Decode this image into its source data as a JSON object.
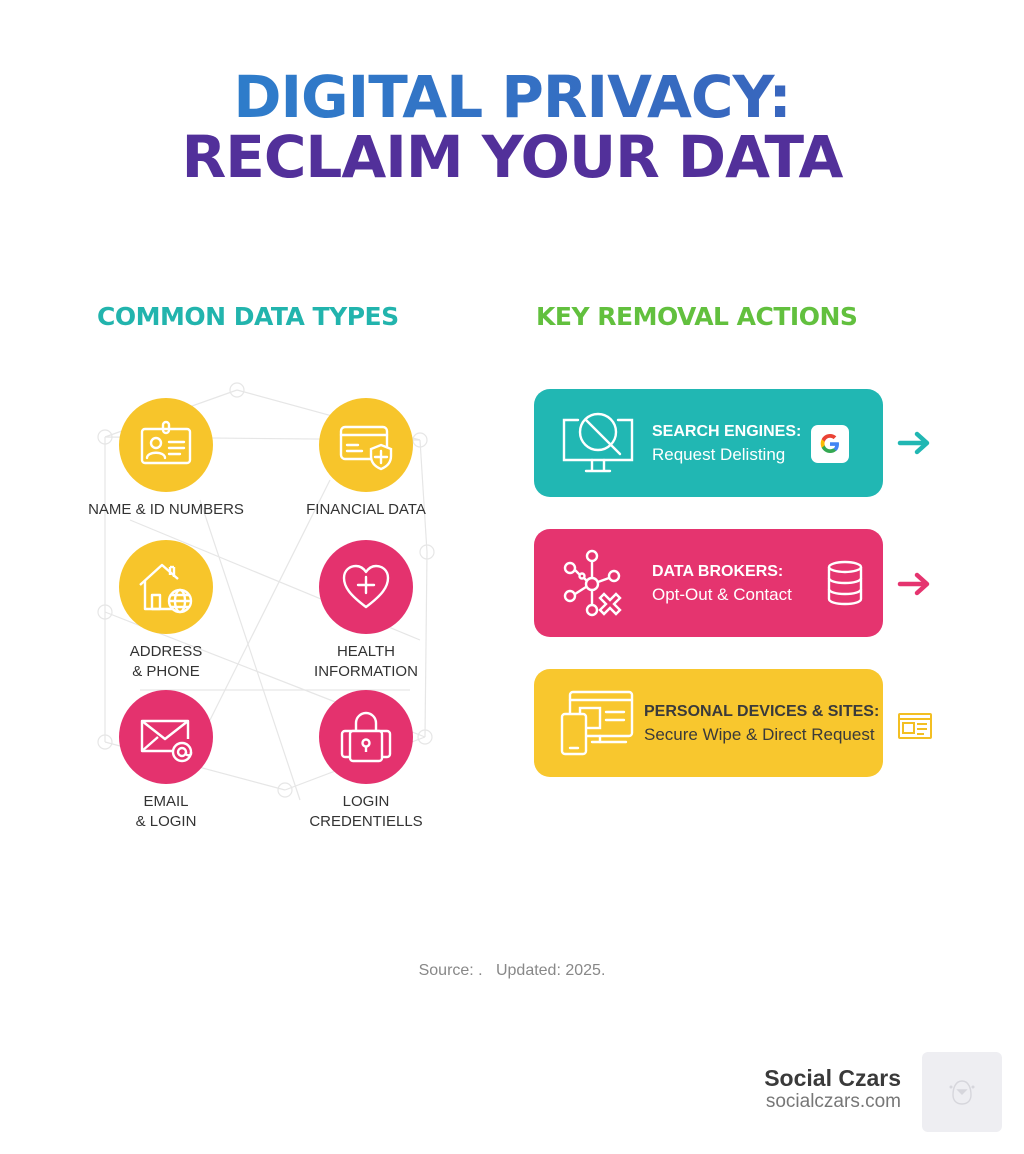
{
  "header": {
    "title_line1": "DIGITAL PRIVACY:",
    "title_line2": "RECLAIM YOUR DATA"
  },
  "sections": {
    "left_title": "COMMON DATA TYPES",
    "right_title": "KEY REMOVAL ACTIONS"
  },
  "data_types": [
    {
      "label_1": "NAME & ID NUMBERS",
      "label_2": "",
      "icon": "id-card-icon",
      "color": "#f7c52b"
    },
    {
      "label_1": "FINANCIAL DATA",
      "label_2": "",
      "icon": "credit-card-shield-icon",
      "color": "#f7c52b"
    },
    {
      "label_1": "ADDRESS",
      "label_2": "& PHONE",
      "icon": "house-globe-icon",
      "color": "#f7c52b"
    },
    {
      "label_1": "HEALTH",
      "label_2": "INFORMATION",
      "icon": "heart-plus-icon",
      "color": "#e4326e"
    },
    {
      "label_1": "EMAIL",
      "label_2": "& LOGIN",
      "icon": "envelope-at-icon",
      "color": "#e4326e"
    },
    {
      "label_1": "LOGIN",
      "label_2": "CREDENTIELLS",
      "icon": "padlock-icon",
      "color": "#e4326e"
    }
  ],
  "actions": [
    {
      "title": "SEARCH ENGINES:",
      "subtitle": "Request Delisting",
      "icon": "monitor-search-blocked-icon",
      "badge": "G",
      "color": "#21b7b3",
      "arrow_color": "#21b7b3"
    },
    {
      "title": "DATA BROKERS:",
      "subtitle": "Opt-Out & Contact",
      "icon": "network-remove-icon",
      "badge": "database-icon",
      "color": "#e5346f",
      "arrow_color": "#e5346f"
    },
    {
      "title": "PERSONAL DEVICES & SITES:",
      "subtitle": "Secure Wipe & Direct Request",
      "icon": "devices-icon",
      "badge": "browser-window-icon",
      "color": "#f8c72e"
    }
  ],
  "footer": {
    "source": "Source: .   Updated: 2025.",
    "brand_name": "Social Czars",
    "brand_url": "socialczars.com"
  }
}
